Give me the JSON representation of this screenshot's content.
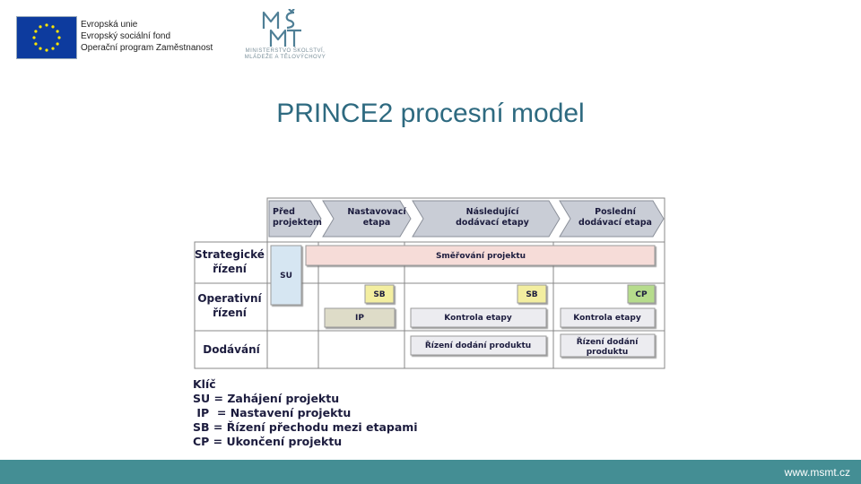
{
  "eu_logo": {
    "lines": [
      "Evropská unie",
      "Evropský sociální fond",
      "Operační program Zaměstnanost"
    ]
  },
  "msmt_logo": {
    "mark": "MŠMT",
    "name_line1": "MINISTERSTVO ŠKOLSTVÍ,",
    "name_line2": "MLÁDEŽE A TĚLOVÝCHOVY"
  },
  "title": "PRINCE2 procesní model",
  "diagram": {
    "stages": [
      {
        "line1": "Před",
        "line2": "projektem"
      },
      {
        "line1": "Nastavovací",
        "line2": "etapa"
      },
      {
        "line1": "Následující",
        "line2": "dodávací etapy"
      },
      {
        "line1": "Poslední",
        "line2": "dodávací etapa"
      }
    ],
    "rows": [
      {
        "line1": "Strategické",
        "line2": "řízení"
      },
      {
        "line1": "Operativní",
        "line2": "řízení"
      },
      {
        "line1": "Dodávání",
        "line2": ""
      }
    ],
    "boxes": {
      "directing": "Směřování projektu",
      "su": "SU",
      "sb1": "SB",
      "sb2": "SB",
      "cp": "CP",
      "ip": "IP",
      "control1": "Kontrola etapy",
      "control2": "Kontrola etapy",
      "delivery1": "Řízení dodání produktu",
      "delivery2_line1": "Řízení dodání",
      "delivery2_line2": "produktu"
    },
    "colors": {
      "stage_fill": "#c9cdd6",
      "directing_fill": "#f6dcd8",
      "su_fill": "#d6e6f2",
      "sb_fill": "#f3eea0",
      "cp_fill": "#b6dc8c",
      "ip_fill": "#dedcc8",
      "process_fill": "#ececf0"
    }
  },
  "legend": {
    "heading": "Klíč",
    "items": [
      "SU = Zahájení projektu",
      " IP  = Nastavení projektu",
      "SB = Řízení přechodu mezi etapami",
      "CP = Ukončení projektu"
    ]
  },
  "footer": {
    "url": "www.msmt.cz"
  }
}
